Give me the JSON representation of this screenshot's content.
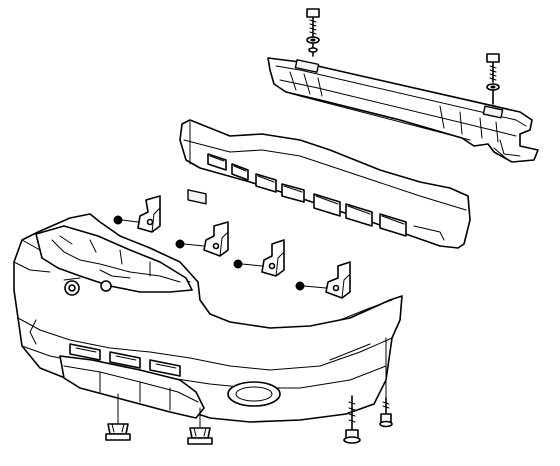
{
  "diagram": {
    "parts": [
      {
        "id": "impact-bar",
        "name": "impact-bar-reinforcement"
      },
      {
        "id": "energy-absorber",
        "name": "energy-absorber"
      },
      {
        "id": "bumper-fascia",
        "name": "front-bumper-fascia"
      },
      {
        "id": "lower-air-deflector",
        "name": "lower-air-deflector"
      },
      {
        "id": "mounting-brackets",
        "name": "fascia-mounting-bracket",
        "count": 4
      },
      {
        "id": "bracket-nuts",
        "name": "bracket-nut",
        "count": 4
      },
      {
        "id": "impact-bar-bolts",
        "name": "impact-bar-bolt",
        "count": 2
      },
      {
        "id": "fascia-bolts",
        "name": "fascia-lower-bolt",
        "count": 2
      },
      {
        "id": "push-retainers",
        "name": "push-pin-retainer",
        "count": 2
      }
    ],
    "colors": {
      "line": "#000000",
      "background": "#ffffff"
    }
  }
}
